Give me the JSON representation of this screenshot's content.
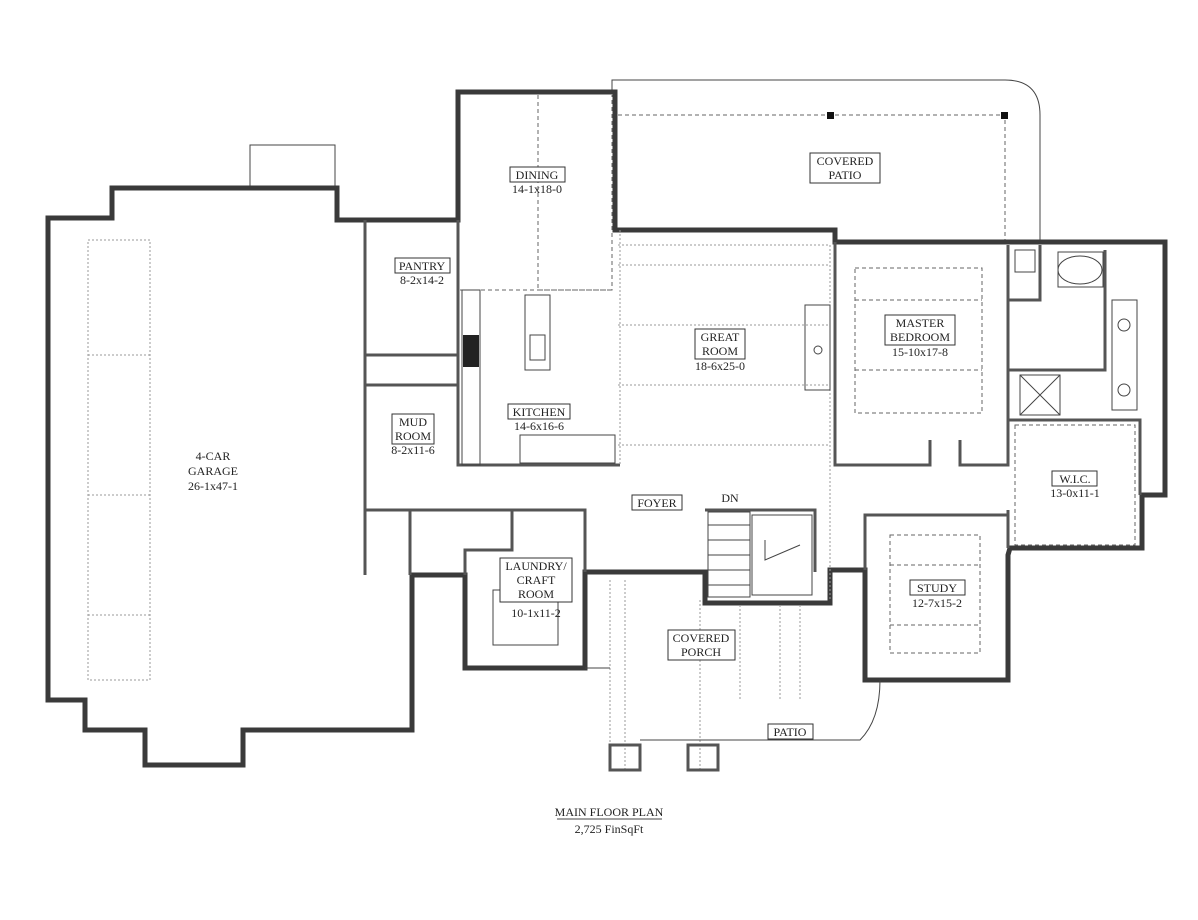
{
  "plan": {
    "title": "MAIN FLOOR PLAN",
    "subtitle": "2,725 FinSqFt"
  },
  "rooms": {
    "garage": {
      "name1": "4-CAR",
      "name2": "GARAGE",
      "dims": "26-1x47-1"
    },
    "pantry": {
      "name1": "PANTRY",
      "dims": "8-2x14-2"
    },
    "mud": {
      "name1": "MUD",
      "name2": "ROOM",
      "dims": "8-2x11-6"
    },
    "dining": {
      "name1": "DINING",
      "dims": "14-1x18-0"
    },
    "kitchen": {
      "name1": "KITCHEN",
      "dims": "14-6x16-6"
    },
    "great": {
      "name1": "GREAT",
      "name2": "ROOM",
      "dims": "18-6x25-0"
    },
    "patio_cov": {
      "name1": "COVERED",
      "name2": "PATIO"
    },
    "master": {
      "name1": "MASTER",
      "name2": "BEDROOM",
      "dims": "15-10x17-8"
    },
    "wic": {
      "name1": "W.I.C.",
      "dims": "13-0x11-1"
    },
    "foyer": {
      "name1": "FOYER"
    },
    "stair": {
      "name1": "DN"
    },
    "laundry": {
      "name1": "LAUNDRY/",
      "name2": "CRAFT",
      "name3": "ROOM",
      "dims": "10-1x11-2"
    },
    "porch": {
      "name1": "COVERED",
      "name2": "PORCH"
    },
    "study": {
      "name1": "STUDY",
      "dims": "12-7x15-2"
    },
    "patio": {
      "name1": "PATIO"
    }
  }
}
